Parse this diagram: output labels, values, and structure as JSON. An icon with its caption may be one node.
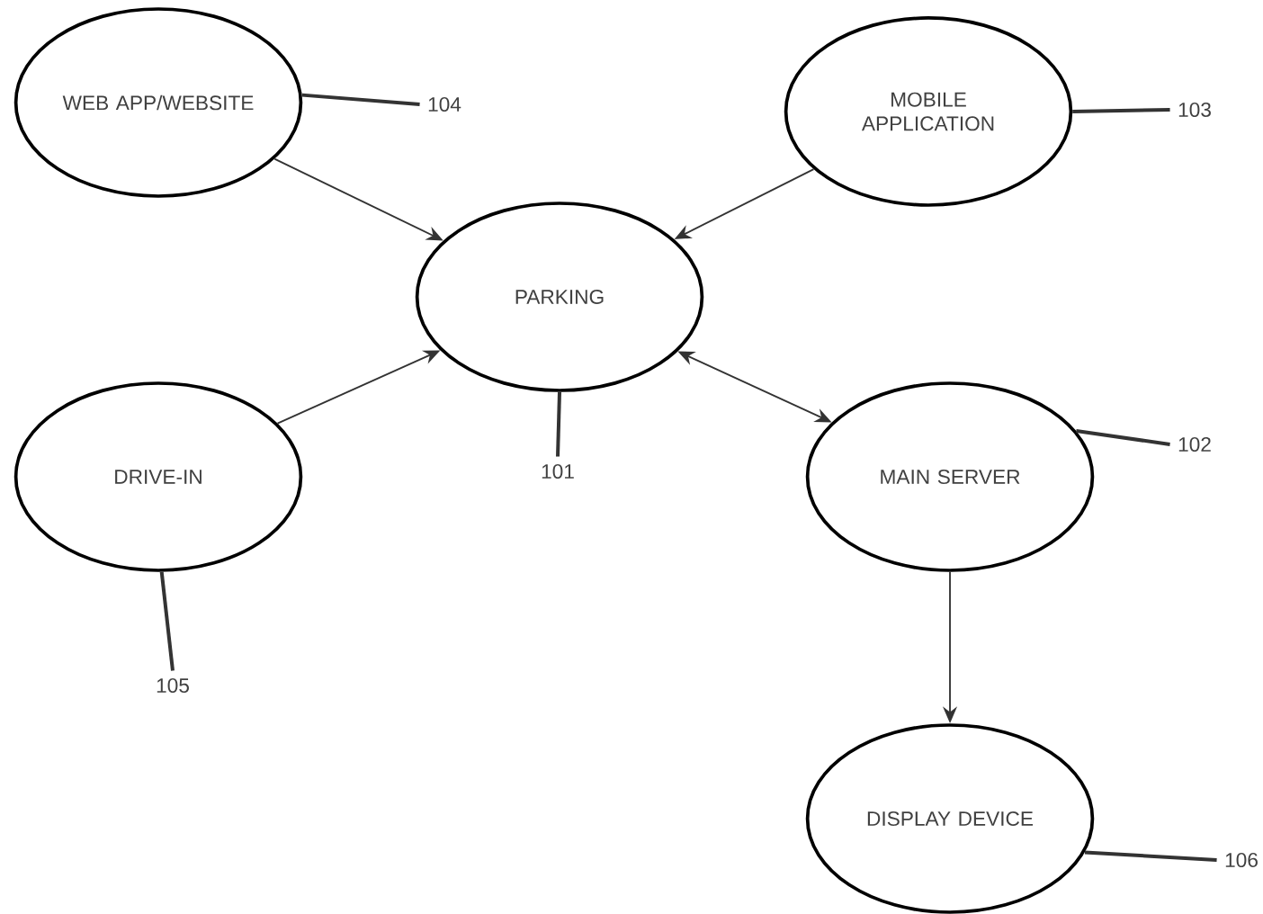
{
  "diagram": {
    "nodes": [
      {
        "text": [
          "WEB APP/WEBSITE"
        ]
      },
      {
        "text": [
          "MOBILE APPLICATION"
        ]
      },
      {
        "text": [
          "PARKING"
        ]
      },
      {
        "text": [
          "DRIVE-IN"
        ]
      },
      {
        "text": [
          "MAIN SERVER"
        ]
      },
      {
        "text": [
          "DISPLAY DEVICE"
        ]
      },
      {
        "text": [
          "104"
        ]
      },
      {
        "text": [
          "103"
        ]
      },
      {
        "text": [
          "101"
        ]
      },
      {
        "text": [
          "102"
        ]
      },
      {
        "text": [
          "105"
        ]
      },
      {
        "text": [
          "106"
        ]
      }
    ],
    "edges": [
      {
        "from": 0,
        "to": 2,
        "arrow": "to"
      },
      {
        "from": 1,
        "to": 2,
        "arrow": "to"
      },
      {
        "from": 3,
        "to": 2,
        "arrow": "to"
      },
      {
        "from": 2,
        "to": 4,
        "arrow": "both"
      },
      {
        "from": 4,
        "to": 5,
        "arrow": "to"
      },
      {
        "from": 6,
        "to": 0,
        "arrow": "none"
      },
      {
        "from": 7,
        "to": 1,
        "arrow": "none"
      },
      {
        "from": 8,
        "to": 2,
        "arrow": "none"
      },
      {
        "from": 9,
        "to": 4,
        "arrow": "none"
      },
      {
        "from": 10,
        "to": 3,
        "arrow": "none"
      },
      {
        "from": 11,
        "to": 5,
        "arrow": "none"
      }
    ]
  }
}
